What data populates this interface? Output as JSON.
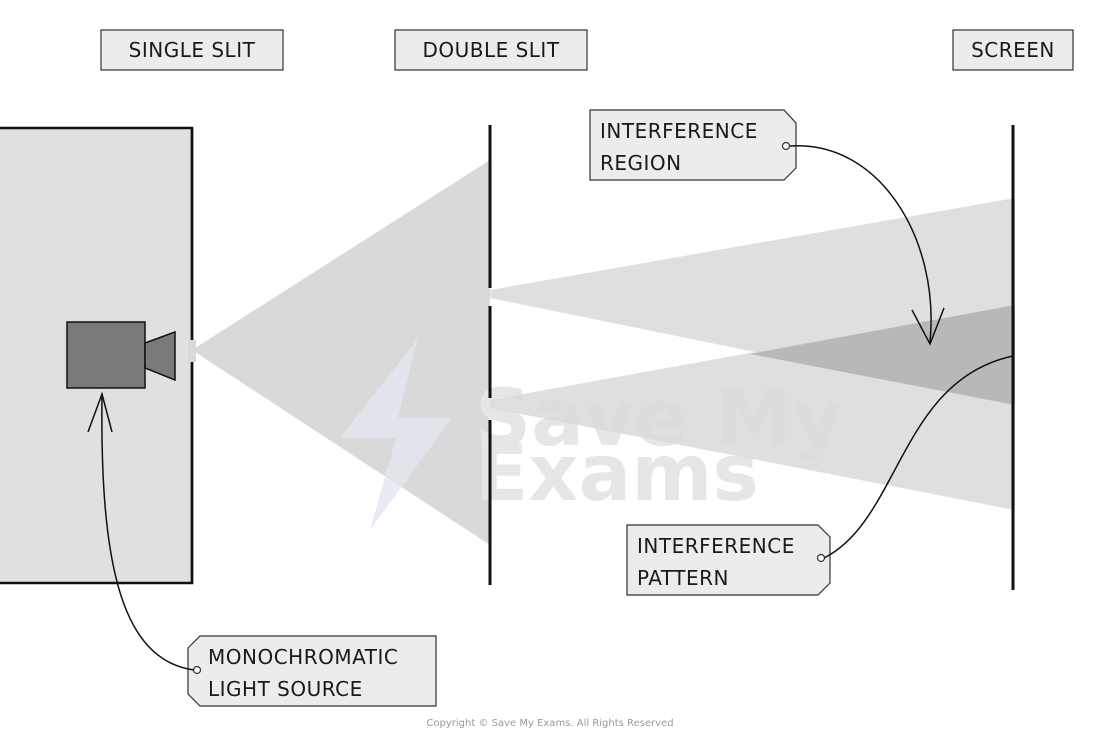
{
  "headers": {
    "single_slit": "SINGLE  SLIT",
    "double_slit": "DOUBLE  SLIT",
    "screen": "SCREEN"
  },
  "labels": {
    "interference_region": [
      "INTERFERENCE",
      "REGION"
    ],
    "interference_pattern": [
      "INTERFERENCE",
      "PATTERN"
    ],
    "light_source": [
      "MONOCHROMATIC",
      "LIGHT  SOURCE"
    ]
  },
  "watermark": [
    "Save My",
    "Exams"
  ],
  "copyright": "Copyright © Save My Exams. All Rights Reserved",
  "colors": {
    "box_fill": "#e0e0e0",
    "beam": "#d9d9d9",
    "overlap": "#b8b8b8",
    "camera": "#7a7a7a",
    "line": "#111111",
    "watermark": "#e6e6e6"
  }
}
